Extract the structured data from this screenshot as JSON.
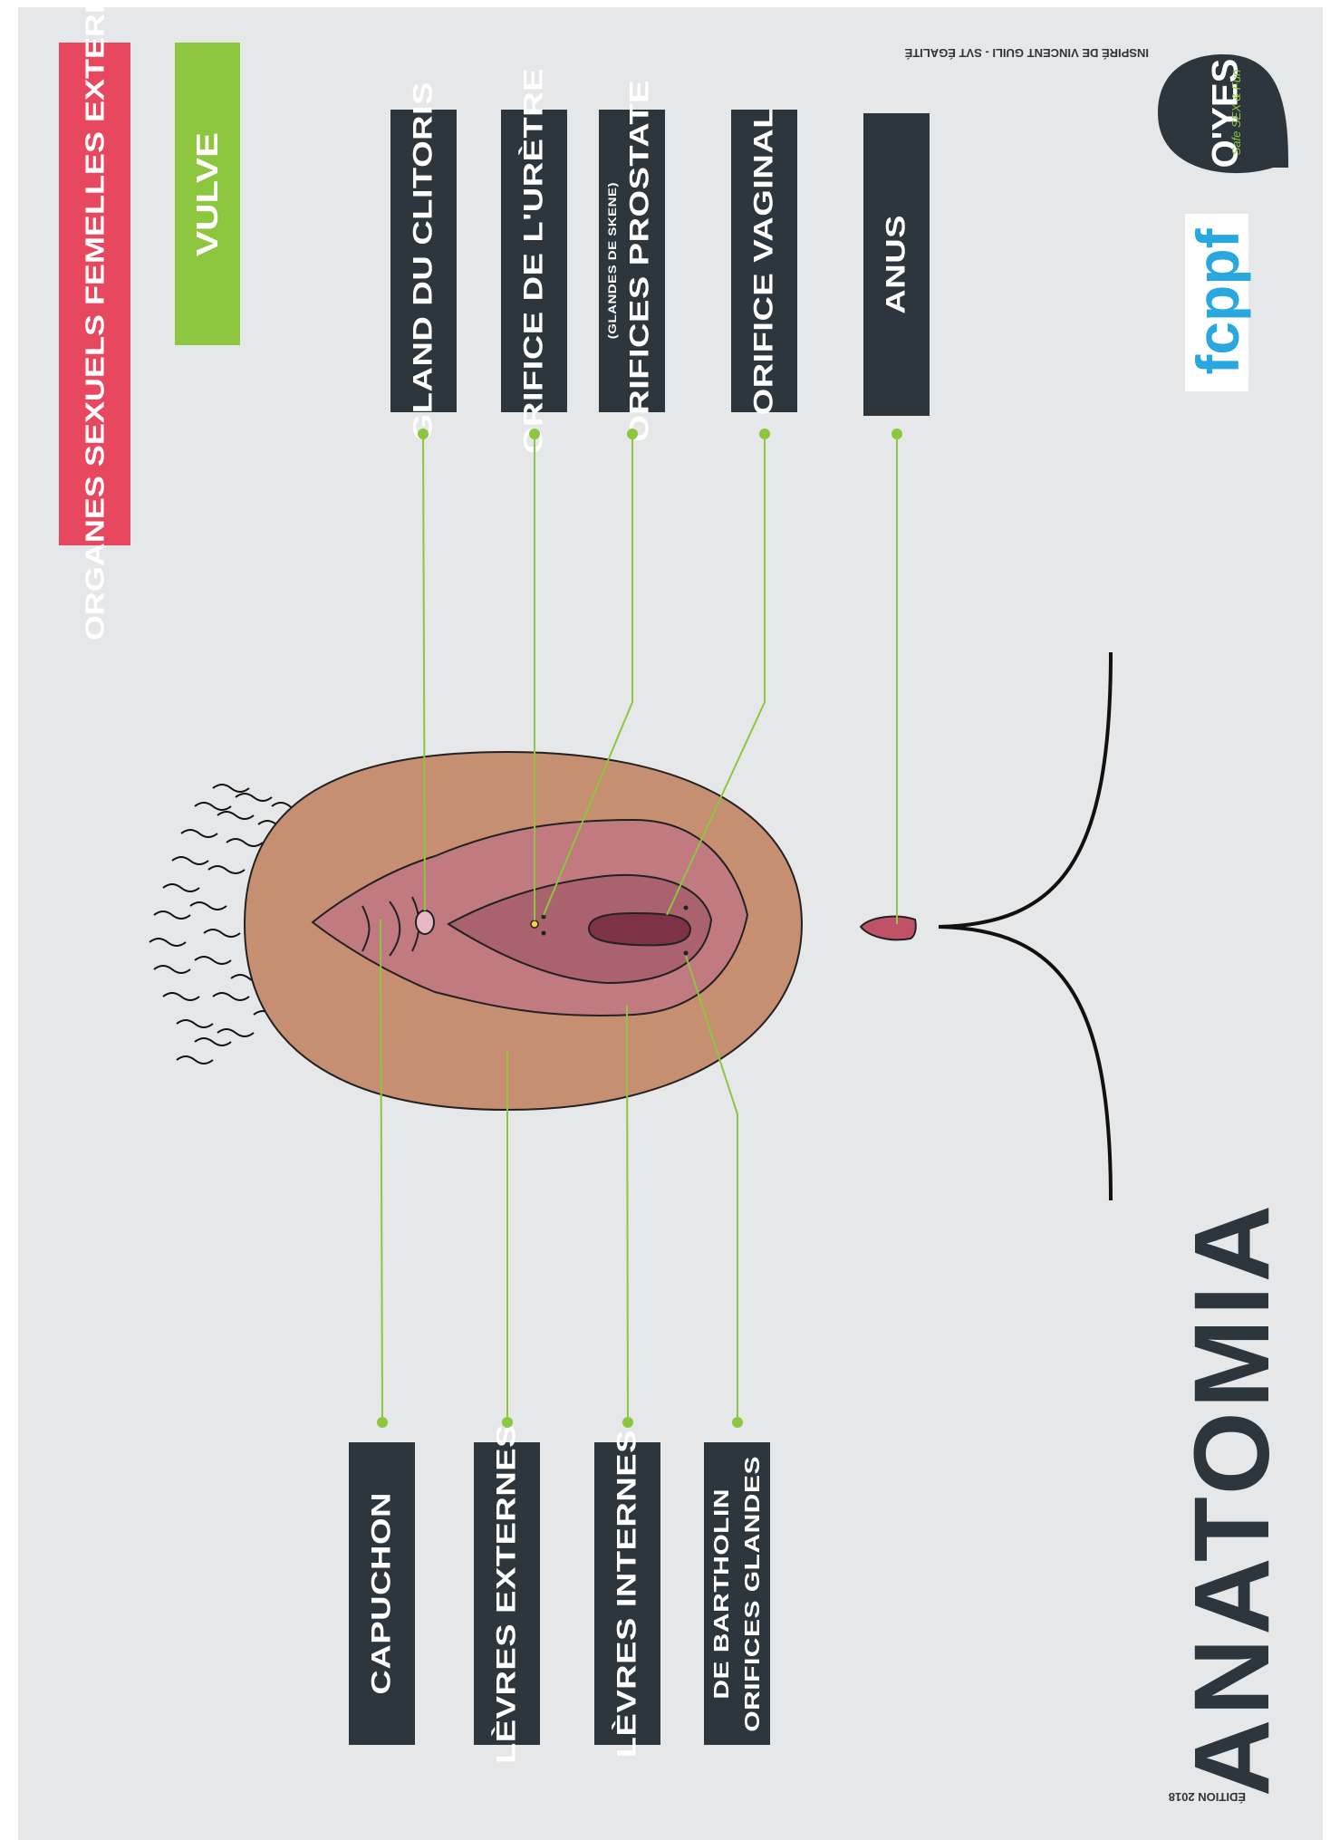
{
  "header": {
    "title": "ORGANES SEXUELS FEMELLES EXTERNES",
    "subtitle": "VULVE",
    "credit": "INSPIRÉ DE VINCENT GUILI - SVT ÉGALITÉ"
  },
  "labels_top": [
    {
      "id": "gland",
      "text": "GLAND DU CLITORIS"
    },
    {
      "id": "uretre",
      "text": "ORIFICE DE L'URÈTRE"
    },
    {
      "id": "prostate",
      "text": "ORIFICES PROSTATE",
      "sub": "(GLANDES DE SKENE)"
    },
    {
      "id": "vaginal",
      "text": "ORIFICE VAGINAL"
    },
    {
      "id": "anus",
      "text": "ANUS"
    }
  ],
  "labels_bottom": [
    {
      "id": "capuchon",
      "text": "CAPUCHON"
    },
    {
      "id": "levres_ext",
      "text": "LÈVRES EXTERNES"
    },
    {
      "id": "levres_int",
      "text": "LÈVRES INTERNES"
    },
    {
      "id": "bartholin",
      "lines": [
        "ORIFICES GLANDES",
        "DE BARTHOLIN"
      ]
    }
  ],
  "brand": {
    "anatomia": "ANATOMIA",
    "edition": "ÉDITION 2018",
    "fcppf": "fcppf",
    "oyes_main": "O'YES",
    "oyes_tagline": "Safe SEX & Fun"
  },
  "colors": {
    "background": "#e6e7e8",
    "label_box": "#2c363c",
    "title_box": "#e8485f",
    "subtitle_box": "#8dc63f",
    "leader_line": "#8dc63f",
    "skin": "#c68f72",
    "outer_labia": "#c17a80",
    "inner_labia": "#a9626e",
    "vaginal_opening": "#7d3345",
    "anus": "#c05268",
    "fcppf": "#29a8e0"
  }
}
